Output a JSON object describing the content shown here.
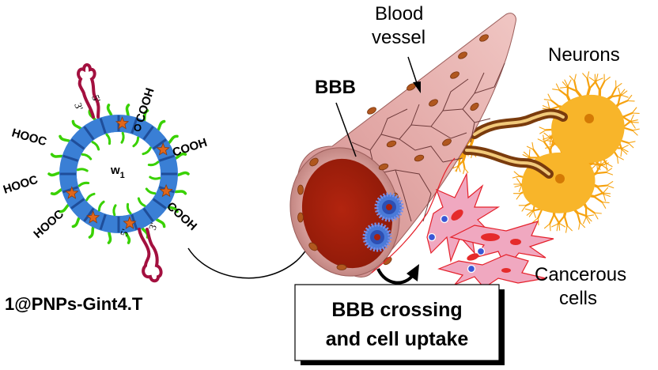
{
  "labels": {
    "blood_vessel": [
      "Blood",
      "vessel"
    ],
    "neurons": "Neurons",
    "bbb": "BBB",
    "cancerous_cells": [
      "Cancerous",
      "cells"
    ],
    "nanoparticle_name": "1@PNPs-Gint4.T",
    "core": "w",
    "core_subscript": "1",
    "core_o": "O",
    "cooh": "COOH",
    "hooc": "HOOC",
    "prime3": "3'",
    "prime5": "5'"
  },
  "callout": [
    "BBB crossing",
    "and cell uptake"
  ],
  "colors": {
    "shell_blue": "#3a7fd5",
    "shell_dark_blue": "#1f4e9a",
    "ligand_green": "#39d100",
    "drug_star": "#e0661b",
    "aptamer": "#a3103f",
    "vessel_wall": "#d49494",
    "vessel_lumen": "#a8200d",
    "neuron_orange": "#f6a20f",
    "cancer_pink": "#f0a8c0",
    "cancer_outline": "#e5202a"
  }
}
